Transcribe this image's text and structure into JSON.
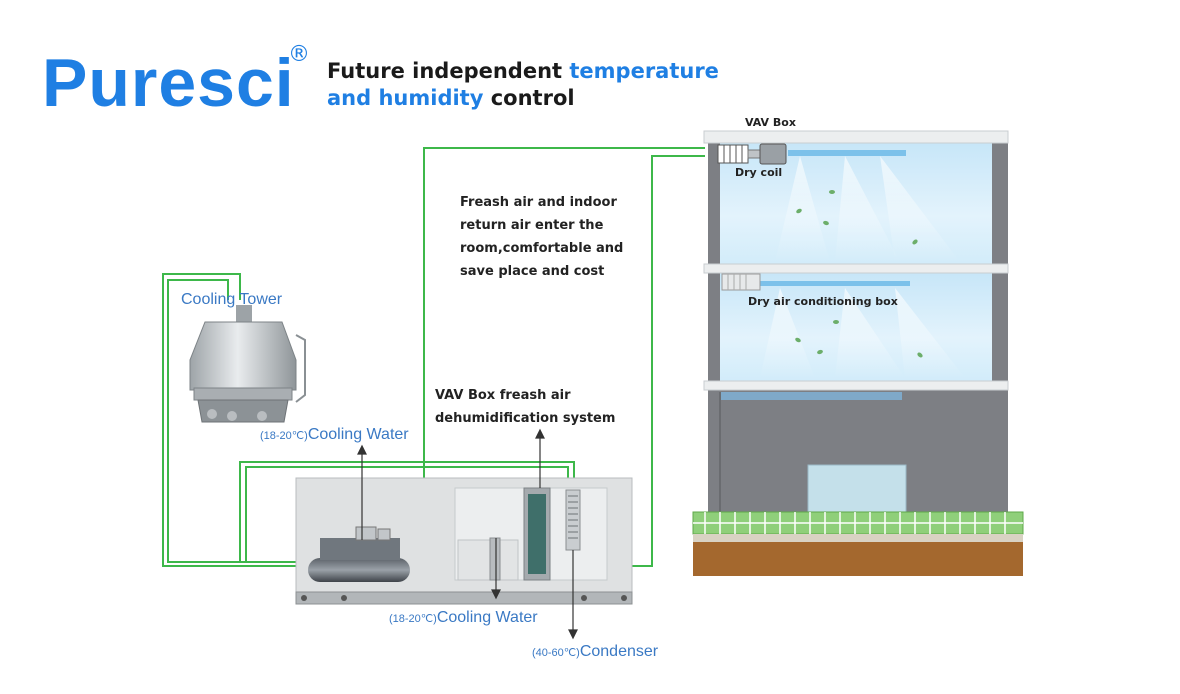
{
  "brand": {
    "name": "Puresci",
    "registered": "®"
  },
  "headline": {
    "line1_dark": "Future independent",
    "line1_blue": "temperature",
    "line2_blue": "and humidity",
    "line2_dark": "control"
  },
  "labels": {
    "vav_box": "VAV Box",
    "dry_coil": "Dry coil",
    "dry_air_box": "Dry air conditioning box",
    "cooling_tower": "Cooling Tower",
    "fresh_air_note": [
      "Freash air and indoor",
      "return air enter the",
      "room,comfortable and",
      "save place and cost"
    ],
    "system_note": [
      "VAV Box freash air",
      "dehumidification system"
    ],
    "cooling_water_top": {
      "range": "(18-20℃)",
      "text": "Cooling Water"
    },
    "cooling_water_bottom": {
      "range": "(18-20℃)",
      "text": "Cooling Water"
    },
    "condenser": {
      "range": "(40-60℃)",
      "text": "Condenser"
    }
  },
  "colors": {
    "brand_blue": "#1f7fe3",
    "pipe_green": "#3db84a",
    "label_blue": "#3a79c4",
    "glass": "#d6eefb",
    "wall": "#7d7f84",
    "soil": "#a4682e"
  }
}
